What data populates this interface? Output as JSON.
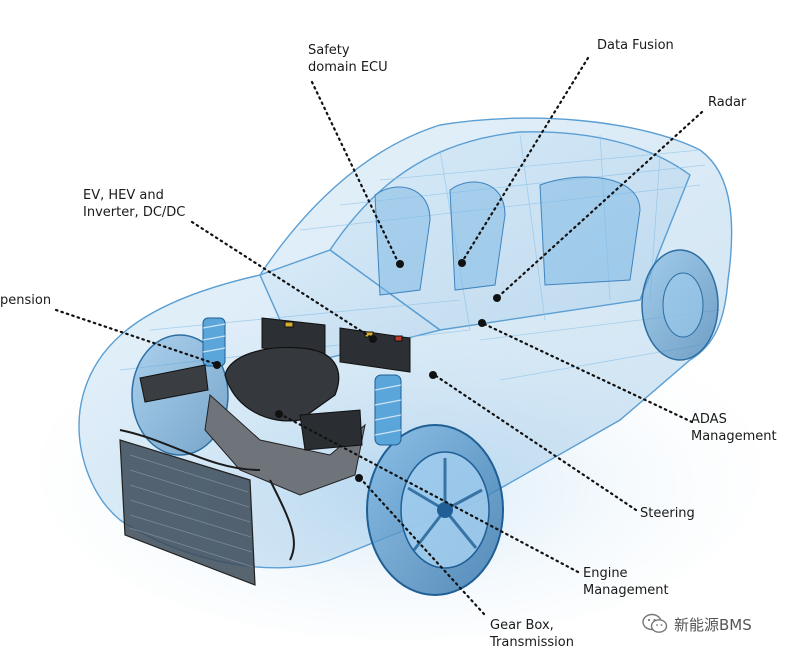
{
  "labels": {
    "safety_ecu": {
      "line1": "Safety",
      "line2": "domain ECU"
    },
    "data_fusion": {
      "line1": "Data Fusion"
    },
    "radar": {
      "line1": "Radar"
    },
    "ev_hev": {
      "line1": "EV, HEV and",
      "line2": "Inverter, DC/DC"
    },
    "suspension": {
      "line1": "pension"
    },
    "adas": {
      "line1": "ADAS",
      "line2": "Management"
    },
    "steering": {
      "line1": "Steering"
    },
    "engine": {
      "line1": "Engine",
      "line2": "Management"
    },
    "gearbox": {
      "line1": "Gear Box,",
      "line2": "Transmission"
    }
  },
  "watermark": {
    "text": "新能源BMS",
    "icon": "wechat-icon"
  },
  "colors": {
    "car_body": "#6fb3e0",
    "car_dark": "#2d6fa3",
    "engine": "#3a3d42",
    "leader": "#111111"
  }
}
